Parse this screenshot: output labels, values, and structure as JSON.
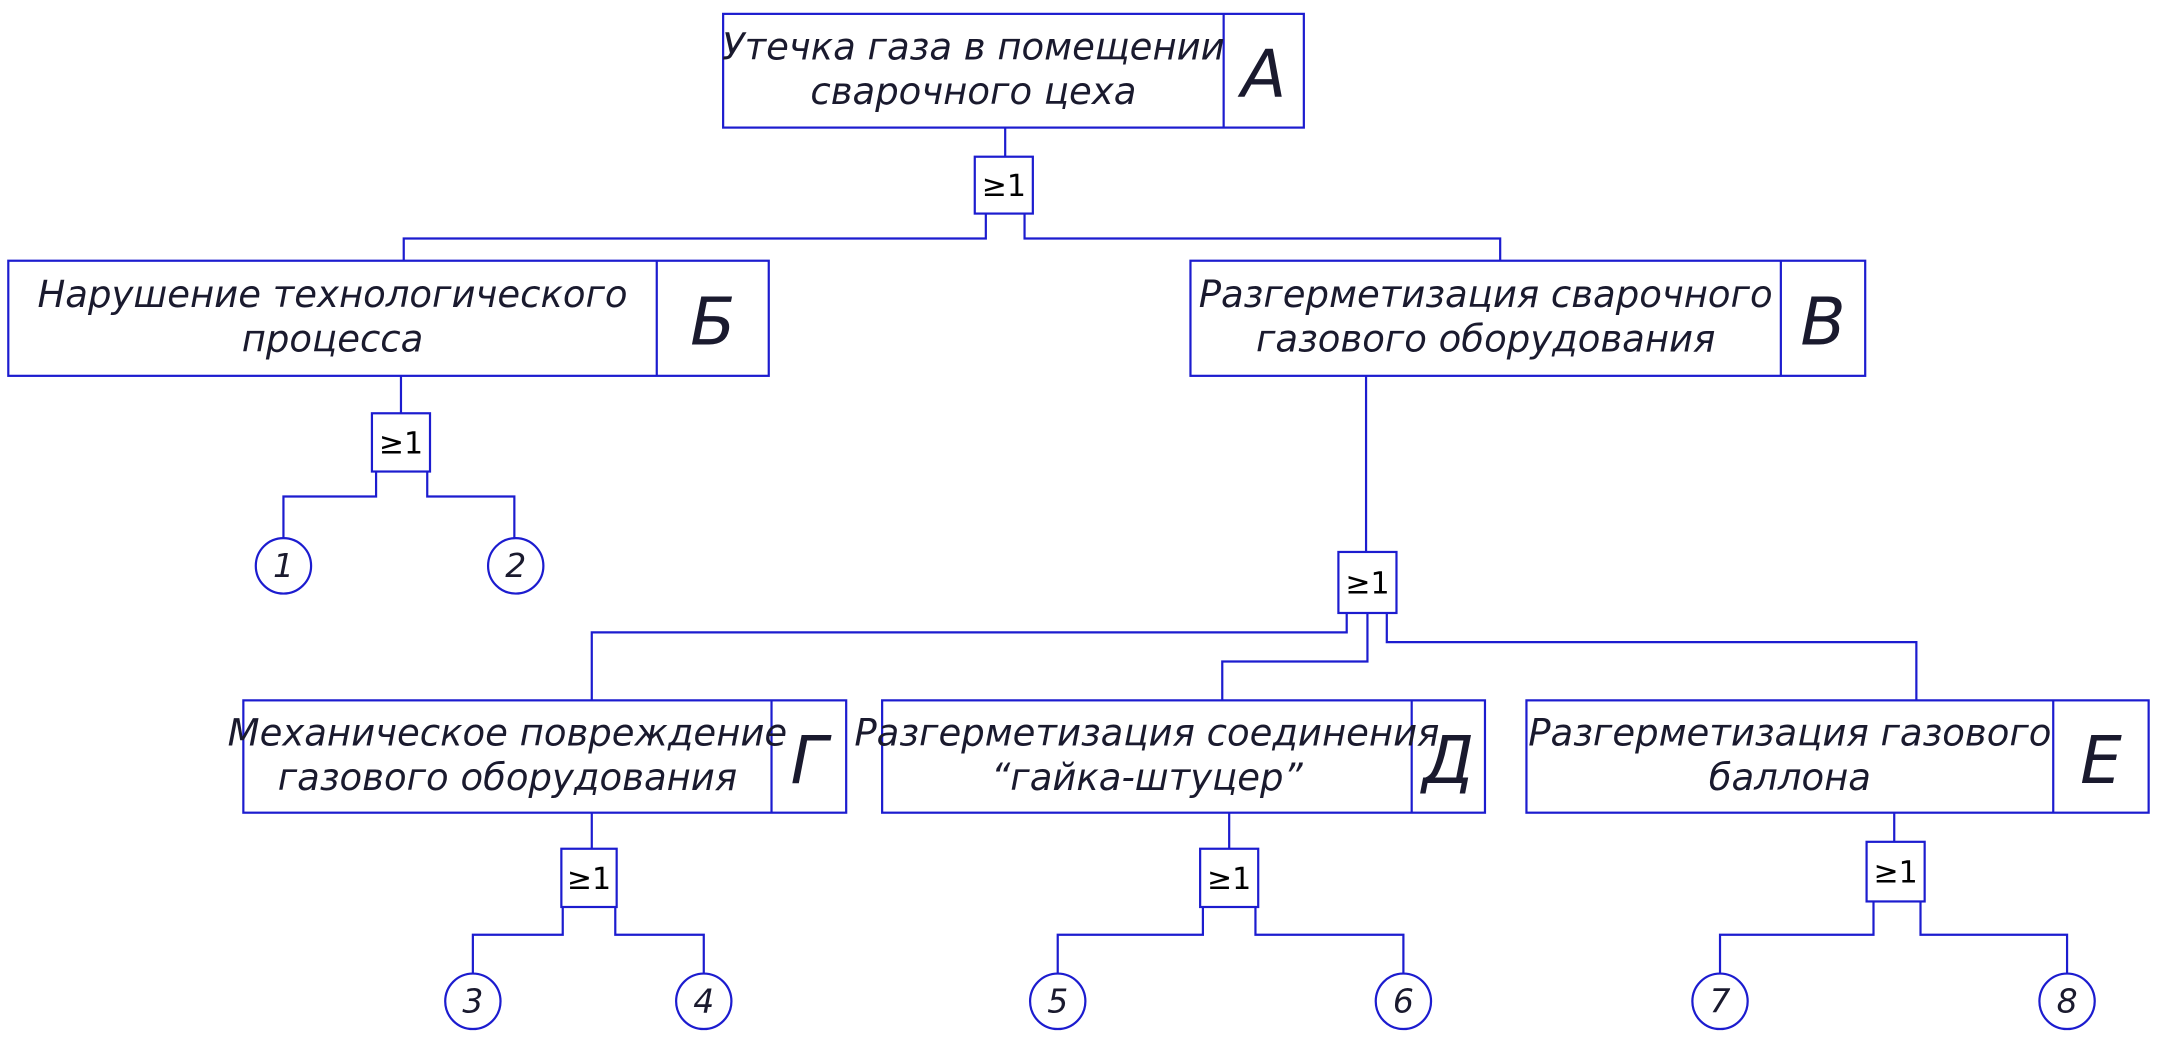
{
  "colors": {
    "line": "#1c1ccf",
    "text": "#1a1a2e",
    "background": "#ffffff"
  },
  "gate_symbol": "≥1",
  "events": [
    {
      "id": "A",
      "code": "А",
      "lines": [
        "Утечка газа в помещении",
        "сварочного цеха"
      ]
    },
    {
      "id": "B",
      "code": "Б",
      "lines": [
        "Нарушение технологического",
        "процесса"
      ]
    },
    {
      "id": "V",
      "code": "В",
      "lines": [
        "Разгерметизация сварочного",
        "газового оборудования"
      ]
    },
    {
      "id": "G",
      "code": "Г",
      "lines": [
        "Механическое повреждение",
        "газового оборудования"
      ]
    },
    {
      "id": "D",
      "code": "Д",
      "lines": [
        "Разгерметизация соединения",
        "“гайка-штуцер”"
      ]
    },
    {
      "id": "E",
      "code": "Е",
      "lines": [
        "Разгерметизация газового",
        "баллона"
      ]
    }
  ],
  "basic_events": [
    "1",
    "2",
    "3",
    "4",
    "5",
    "6",
    "7",
    "8"
  ],
  "gates": [
    {
      "output": "A",
      "inputs": [
        "B",
        "V"
      ]
    },
    {
      "output": "B",
      "inputs": [
        "1",
        "2"
      ]
    },
    {
      "output": "V",
      "inputs": [
        "G",
        "D",
        "E"
      ]
    },
    {
      "output": "G",
      "inputs": [
        "3",
        "4"
      ]
    },
    {
      "output": "D",
      "inputs": [
        "5",
        "6"
      ]
    },
    {
      "output": "E",
      "inputs": [
        "7",
        "8"
      ]
    }
  ]
}
